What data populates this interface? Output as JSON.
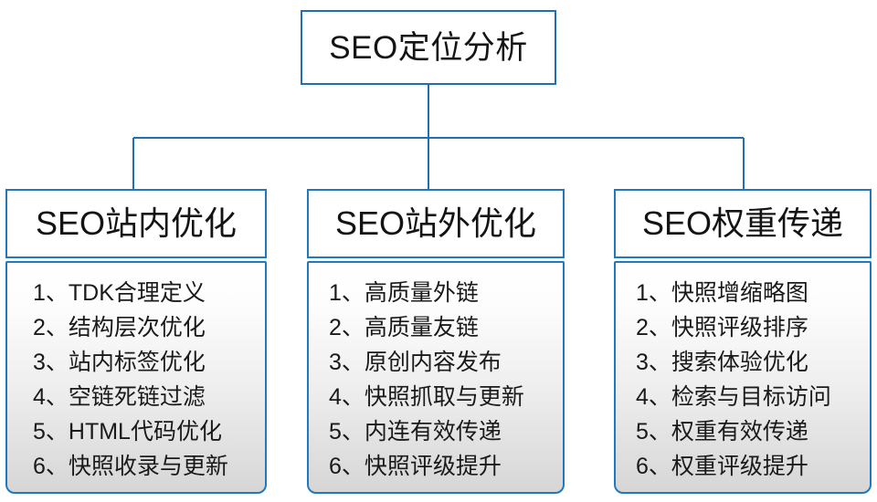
{
  "diagram": {
    "type": "organization-tree",
    "orientation": "top-down",
    "colors": {
      "border_blue": "#2079bf",
      "root_border_blue": "#1f6fb5",
      "connector_blue": "#1f6fb5",
      "text_dark": "#151515",
      "panel_gradient_top": "#ffffff",
      "panel_gradient_bottom": "#d6d6d6",
      "background": "#ffffff"
    },
    "root": {
      "label": "SEO定位分析"
    },
    "branches": [
      {
        "header": "SEO站内优化",
        "items": [
          "1、TDK合理定义",
          "2、结构层次优化",
          "3、站内标签优化",
          "4、空链死链过滤",
          "5、HTML代码优化",
          "6、快照收录与更新"
        ]
      },
      {
        "header": "SEO站外优化",
        "items": [
          "1、高质量外链",
          "2、高质量友链",
          "3、原创内容发布",
          "4、快照抓取与更新",
          "5、内连有效传递",
          "6、快照评级提升"
        ]
      },
      {
        "header": "SEO权重传递",
        "items": [
          "1、快照增缩略图",
          "2、快照评级排序",
          "3、搜索体验优化",
          "4、检索与目标访问",
          "5、权重有效传递",
          "6、权重评级提升"
        ]
      }
    ]
  }
}
